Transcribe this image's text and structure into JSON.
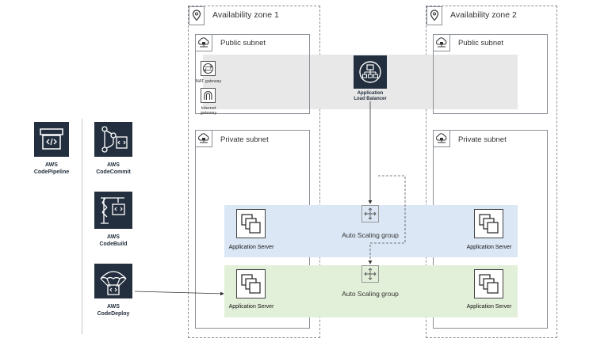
{
  "zones": [
    {
      "title": "Availability zone 1",
      "icon": "location-pin-icon"
    },
    {
      "title": "Availability zone 2",
      "icon": "location-pin-icon"
    }
  ],
  "subnets": {
    "public": "Public subnet",
    "private": "Private subnet"
  },
  "gateways": {
    "nat": "NAT gateway",
    "internet": "Internet gateway"
  },
  "load_balancer": {
    "line1": "Application",
    "line2": "Load Balancer"
  },
  "auto_scaling": {
    "label": "Auto Scaling group"
  },
  "server_label": "Application Server",
  "services": [
    {
      "line1": "AWS",
      "line2": "CodePipeline",
      "icon": "codepipeline-icon"
    },
    {
      "line1": "AWS",
      "line2": "CodeCommit",
      "icon": "codecommit-icon"
    },
    {
      "line1": "AWS",
      "line2": "CodeBuild",
      "icon": "codebuild-icon"
    },
    {
      "line1": "AWS",
      "line2": "CodeDeploy",
      "icon": "codedeploy-icon"
    }
  ],
  "colors": {
    "dark_icon": "#232f3e",
    "public_band": "#e8e8e8",
    "blue_band": "#dbe7f5",
    "green_band": "#e3f0d9",
    "border": "#8a8f96"
  }
}
